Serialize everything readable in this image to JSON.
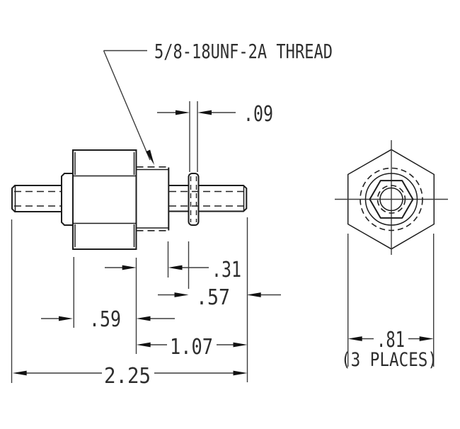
{
  "drawing": {
    "thread_label": "5/8-18UNF-2A THREAD",
    "dims": {
      "flange_width": ".09",
      "thread_length": ".31",
      "stud_to_end": ".57",
      "hex_length": ".59",
      "hex_to_end": "1.07",
      "overall_length": "2.25",
      "across_flats": ".81",
      "places_note": "(3 PLACES)"
    }
  }
}
